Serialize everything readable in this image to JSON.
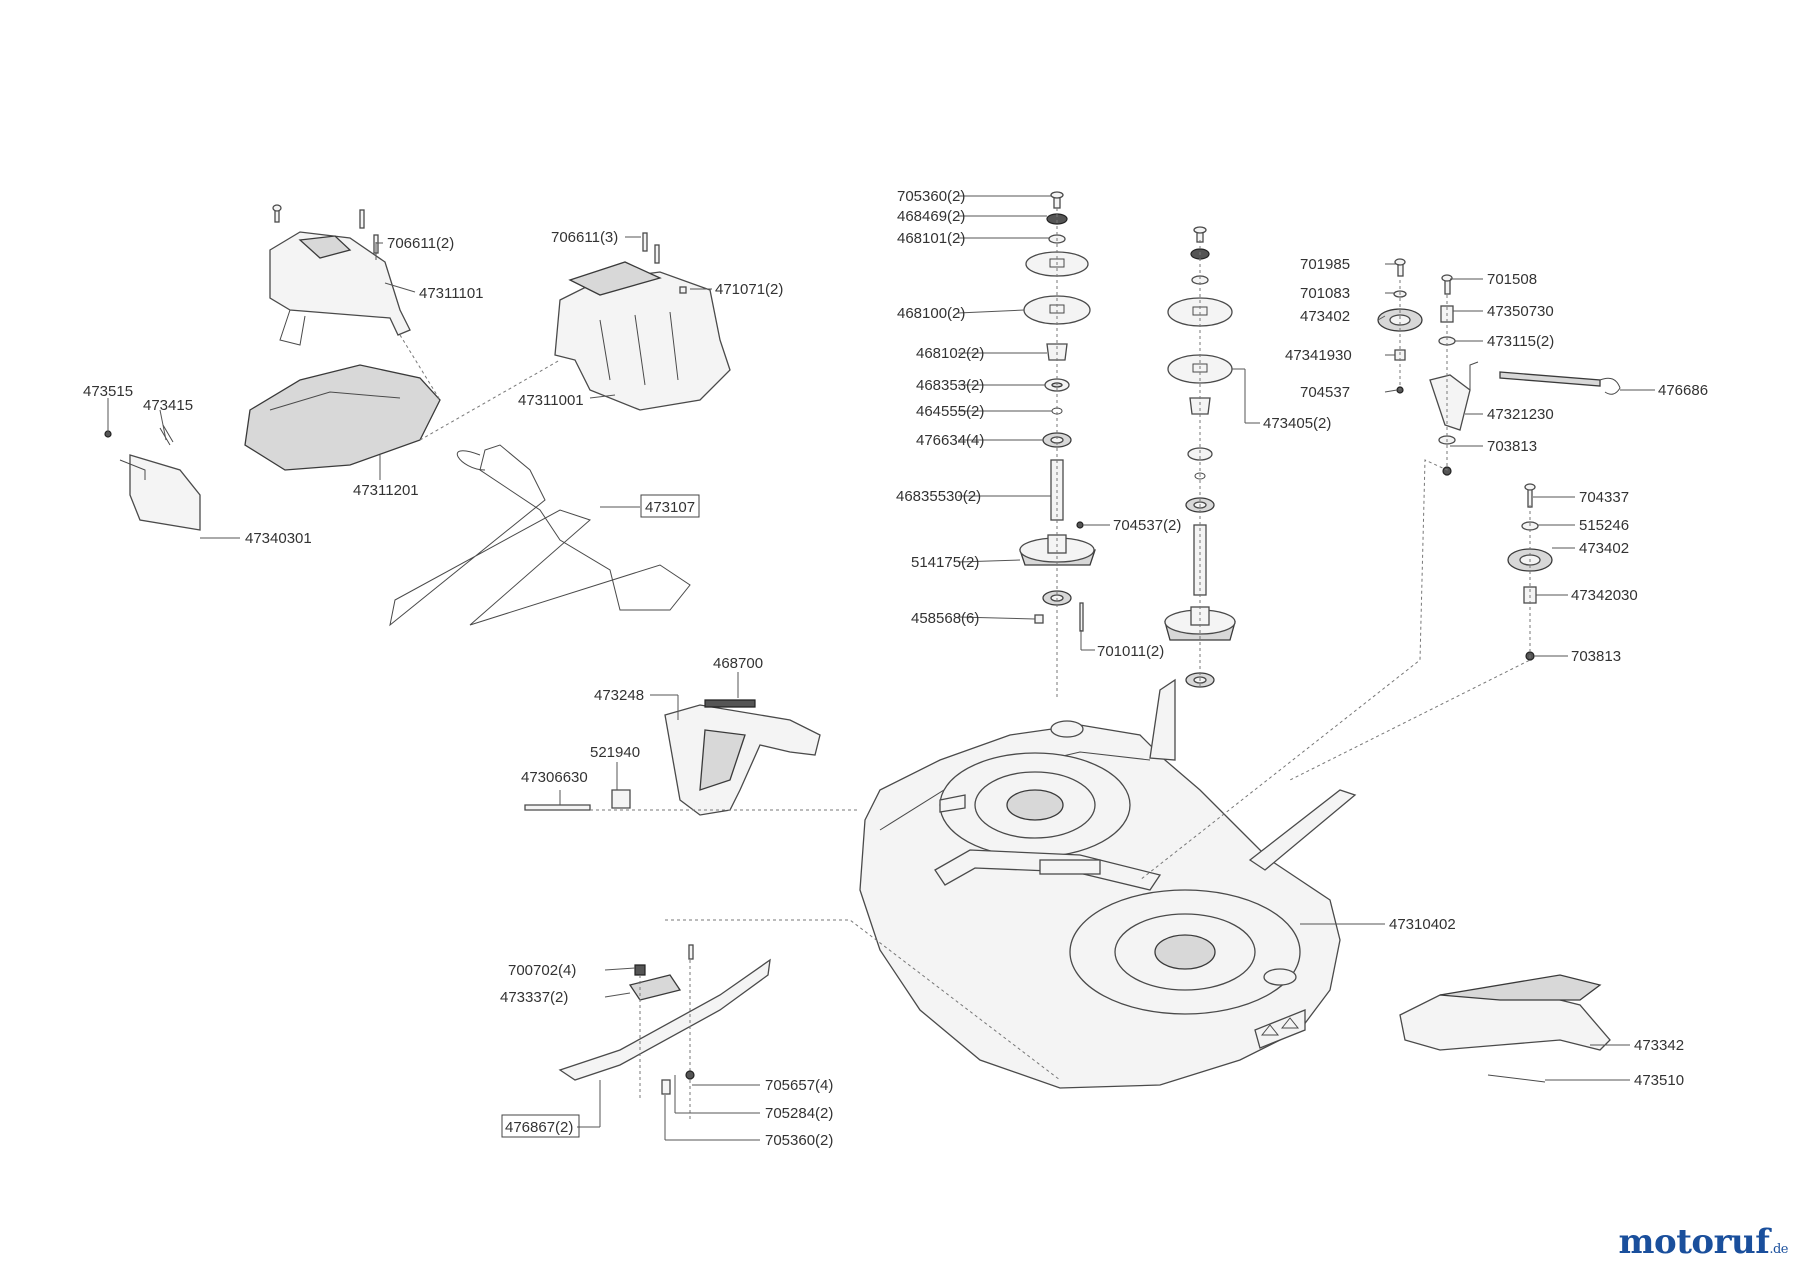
{
  "labels": {
    "l705360_2_top": "705360(2)",
    "l468469_2": "468469(2)",
    "l468101_2": "468101(2)",
    "l468100_2": "468100(2)",
    "l468102_2": "468102(2)",
    "l468353_2": "468353(2)",
    "l464555_2": "464555(2)",
    "l476634_4": "476634(4)",
    "l46835530_2": "46835530(2)",
    "l514175_2": "514175(2)",
    "l458568_6": "458568(6)",
    "l704537_2": "704537(2)",
    "l701011_2": "701011(2)",
    "l473405_2": "473405(2)",
    "l706611_2": "706611(2)",
    "l47311101": "47311101",
    "l706611_3": "706611(3)",
    "l471071_2": "471071(2)",
    "l47311001": "47311001",
    "l47311201": "47311201",
    "l473515": "473515",
    "l473415": "473415",
    "l47340301": "47340301",
    "l473107": "473107",
    "l468700": "468700",
    "l473248": "473248",
    "l521940": "521940",
    "l47306630": "47306630",
    "l701985": "701985",
    "l701083": "701083",
    "l473402_top": "473402",
    "l47341930": "47341930",
    "l704537": "704537",
    "l701508": "701508",
    "l47350730": "47350730",
    "l473115_2": "473115(2)",
    "l476686": "476686",
    "l47321230": "47321230",
    "l703813_top": "703813",
    "l704337": "704337",
    "l515246": "515246",
    "l473402_bot": "473402",
    "l47342030": "47342030",
    "l703813_bot": "703813",
    "l47310402": "47310402",
    "l700702_4": "700702(4)",
    "l473337_2": "473337(2)",
    "l705657_4": "705657(4)",
    "l705284_2": "705284(2)",
    "l705360_2_bot": "705360(2)",
    "l476867_2": "476867(2)",
    "l473342": "473342",
    "l473510": "473510"
  },
  "watermark": {
    "text": "motoruf",
    "suffix": ".de"
  }
}
